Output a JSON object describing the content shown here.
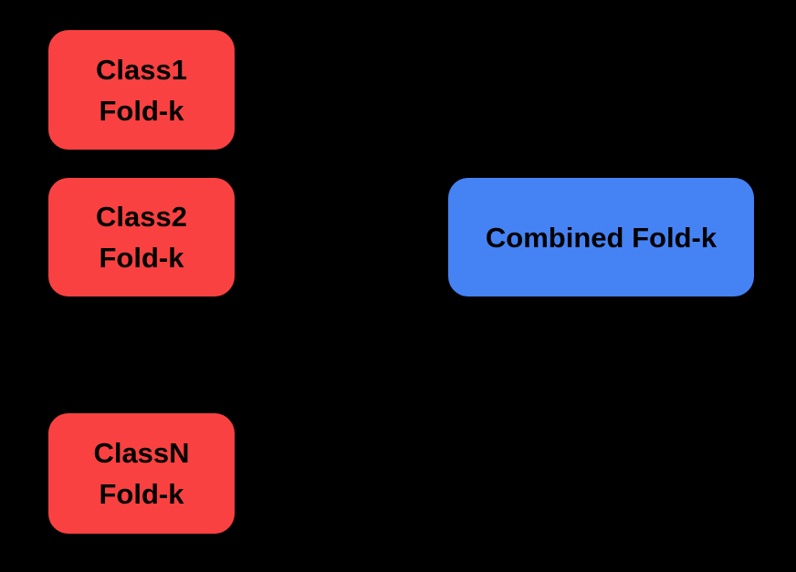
{
  "figure": {
    "background_color": "#000000",
    "text_color": "#000000",
    "class_node_color": "#fa4141",
    "combined_node_color": "#4583f5",
    "nodes": {
      "class1": {
        "line1": "Class1",
        "line2": "Fold-k"
      },
      "class2": {
        "line1": "Class2",
        "line2": "Fold-k"
      },
      "classn": {
        "line1": "ClassN",
        "line2": "Fold-k"
      },
      "combined": {
        "label": "Combined Fold-k"
      }
    }
  }
}
